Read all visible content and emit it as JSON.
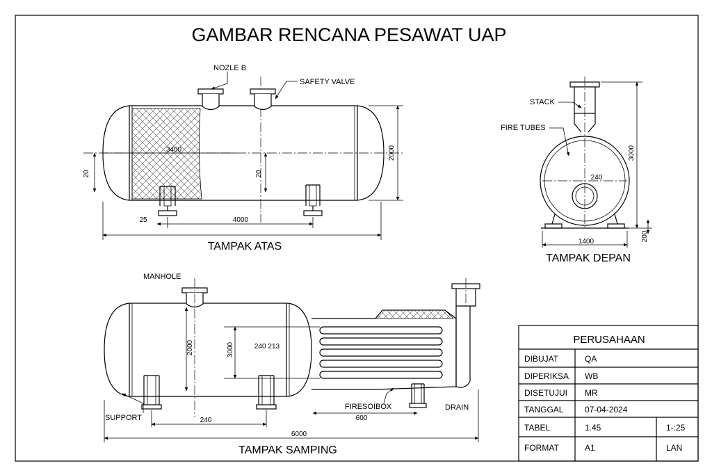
{
  "title": "GAMBAR RENCANA PESAWAT UAP",
  "views": {
    "top": {
      "caption": "TAMPAK ATAS",
      "labels": {
        "nozzle": "NOZLE B",
        "safety_valve": "SAFETY VALVE"
      },
      "dims": {
        "length_inner": "3400",
        "height": "2000",
        "left_offset": "20",
        "center_offset": "20",
        "support_gap": "25",
        "support_span": "4000"
      }
    },
    "front": {
      "caption": "TAMPAK DEPAN",
      "labels": {
        "stack": "STACK",
        "fire_tubes": "FIRE TUBES"
      },
      "dims": {
        "inner": "240",
        "height": "3000",
        "width": "1400",
        "base": "200"
      }
    },
    "side": {
      "caption": "TAMPAK SAMPING",
      "labels": {
        "manhole": "MANHOLE",
        "support": "SUPPORT",
        "firebox": "FIRESOIBOX",
        "drain": "DRAIN"
      },
      "dims": {
        "height": "2000",
        "tube_height": "3000",
        "tube_dims": "240 213",
        "support_span": "240",
        "firebox_len": "600",
        "total": "6000"
      }
    }
  },
  "title_block": {
    "company": "PERUSAHAAN",
    "rows": [
      {
        "label": "DIBUJAT",
        "value": "QA"
      },
      {
        "label": "DIPERIKSA",
        "value": "WB"
      },
      {
        "label": "DISETUJUI",
        "value": "MR"
      },
      {
        "label": "TANGGAL",
        "value": "07-04-2024"
      },
      {
        "label": "TABEL",
        "value": "1.45",
        "extra": "1-:25"
      },
      {
        "label": "FORMAT",
        "value": "A1",
        "extra": "LAN"
      }
    ]
  }
}
